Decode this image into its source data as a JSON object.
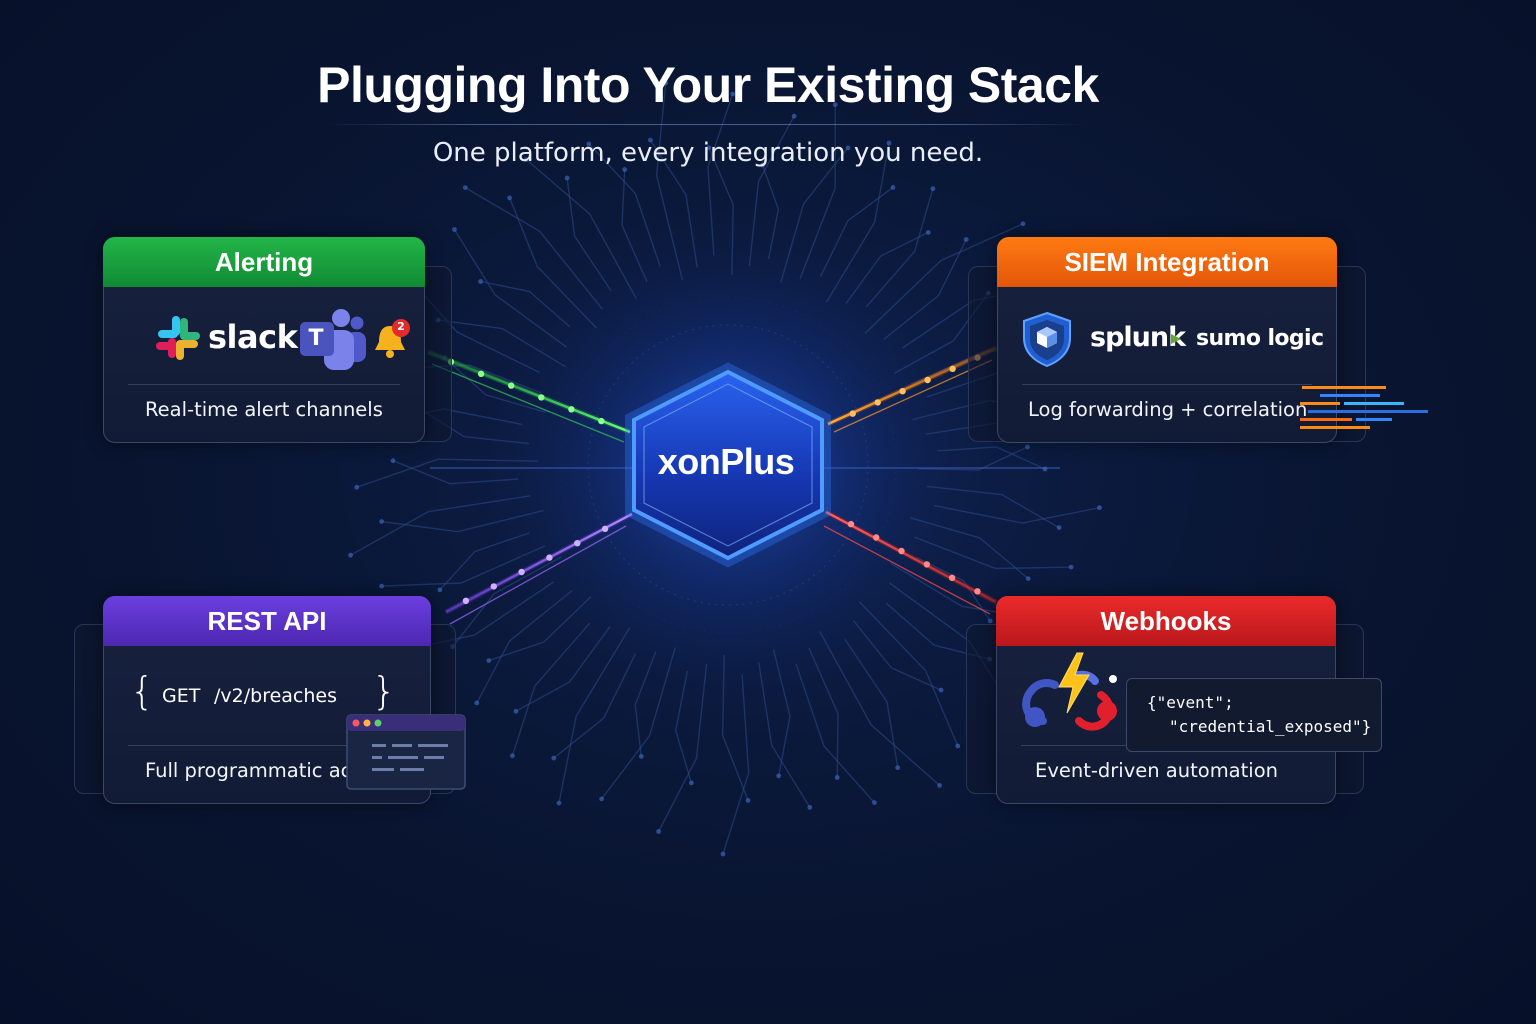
{
  "header": {
    "title": "Plugging Into Your Existing Stack",
    "subtitle": "One platform, every integration you need."
  },
  "hub": {
    "label": "xonPlus",
    "color": "#1e4fd8"
  },
  "integrations": {
    "alerting": {
      "title": "Alerting",
      "color": "#1fa642",
      "logos": [
        "slack-logo",
        "microsoft-teams-logo",
        "bell-icon"
      ],
      "slack_text": "slack",
      "teams_badge": "T",
      "notification_count": "2",
      "caption": "Real-time alert channels"
    },
    "siem": {
      "title": "SIEM Integration",
      "color": "#f06a10",
      "logos": [
        "shield-icon",
        "splunk-logo",
        "sumo-logic-logo"
      ],
      "splunk_text": "splunk",
      "sumo_text": "sumo logic",
      "caption": "Log forwarding + correlation"
    },
    "rest_api": {
      "title": "REST API",
      "color": "#5a33c8",
      "method": "GET",
      "endpoint": "/v2/breaches",
      "caption": "Full programmatic access"
    },
    "webhooks": {
      "title": "Webhooks",
      "color": "#d61f24",
      "logos": [
        "webhook-icon",
        "lightning-icon"
      ],
      "payload_line1": "{\"event\";",
      "payload_line2": "\"credential_exposed\"}",
      "caption": "Event-driven automation"
    }
  }
}
